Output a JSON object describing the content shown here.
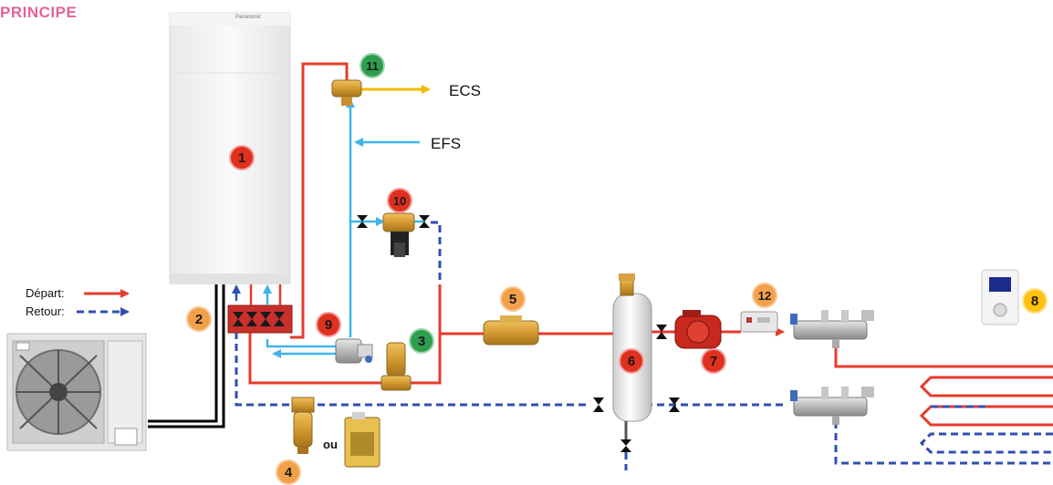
{
  "title": "PRINCIPE",
  "colors": {
    "title": "#e0639a",
    "depart": "#e63b2e",
    "retour": "#2f4fb0",
    "cold_water": "#3fb4e8",
    "hot_water": "#f5b800",
    "electric": "#000000"
  },
  "legend": {
    "depart_label": "Départ:",
    "retour_label": "Retour:"
  },
  "flows": {
    "ecs": "ECS",
    "efs": "EFS"
  },
  "ou_label": "ou",
  "badges": [
    {
      "num": "1",
      "color": "red"
    },
    {
      "num": "2",
      "color": "orange"
    },
    {
      "num": "3",
      "color": "green"
    },
    {
      "num": "4",
      "color": "orange"
    },
    {
      "num": "5",
      "color": "orange"
    },
    {
      "num": "6",
      "color": "red"
    },
    {
      "num": "7",
      "color": "red"
    },
    {
      "num": "8",
      "color": "yellow"
    },
    {
      "num": "9",
      "color": "red"
    },
    {
      "num": "10",
      "color": "red"
    },
    {
      "num": "11",
      "color": "green"
    },
    {
      "num": "12",
      "color": "orange"
    }
  ],
  "brand": "Panasonic"
}
